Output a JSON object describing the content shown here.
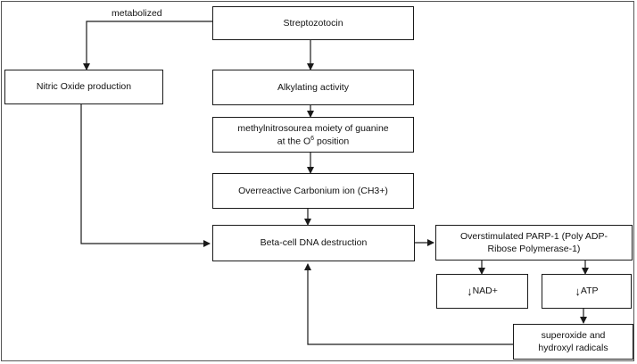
{
  "label_metabolized": "metabolized",
  "boxes": {
    "streptozotocin": "Streptozotocin",
    "nitric_oxide": "Nitric Oxide production",
    "alkylating": "Alkylating activity",
    "methylnitrosourea_line1": "methylnitrosourea moiety of guanine",
    "methylnitrosourea_line2_pre": "at the O",
    "methylnitrosourea_sup": "6",
    "methylnitrosourea_line2_post": " position",
    "carbonium": "Overreactive Carbonium ion (CH3+)",
    "dna": "Beta-cell DNA destruction",
    "parp_line1": "Overstimulated PARP-1 (Poly ADP-",
    "parp_line2": "Ribose Polymerase-1)",
    "nad_arrow": "↓",
    "nad_label": "NAD+",
    "atp_arrow": "↓",
    "atp_label": "ATP",
    "radicals_line1": "superoxide and",
    "radicals_line2": "hydroxyl radicals"
  }
}
